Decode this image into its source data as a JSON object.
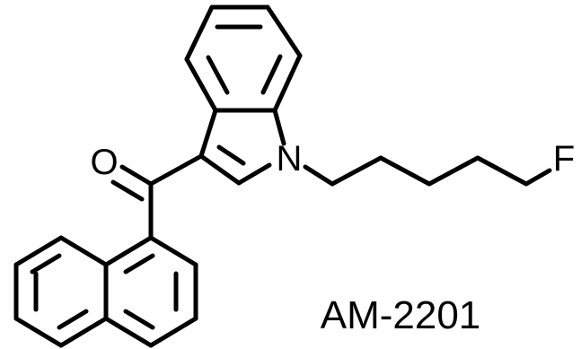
{
  "atoms": {
    "oxygen": "O",
    "nitrogen": "N",
    "fluorine": "F"
  },
  "compound_name": "AM-2201",
  "colors": {
    "ink": "#000000",
    "background": "#ffffff"
  }
}
